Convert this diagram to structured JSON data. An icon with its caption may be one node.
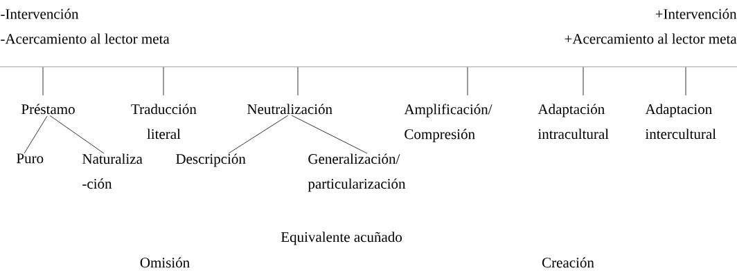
{
  "diagram": {
    "nodes": [
      {
        "text": [],
        "shape": "bar"
      },
      {
        "text": [
          "Préstamo"
        ]
      },
      {
        "text": [
          "Traducción literal"
        ]
      },
      {
        "text": [
          "Neutralización"
        ]
      },
      {
        "text": [
          "Amplificación/ Compresión"
        ]
      },
      {
        "text": [
          "Adaptación intracultural"
        ]
      },
      {
        "text": [
          "Adaptacion intercultural"
        ]
      },
      {
        "text": [
          "Puro"
        ]
      },
      {
        "text": [
          "Naturaliza -ción"
        ]
      },
      {
        "text": [
          "Descripción"
        ]
      },
      {
        "text": [
          "Generalización/ particularización"
        ]
      }
    ],
    "edges": [
      {
        "from": 0,
        "to": 1,
        "arrow": "none"
      },
      {
        "from": 0,
        "to": 2,
        "arrow": "none"
      },
      {
        "from": 0,
        "to": 3,
        "arrow": "none"
      },
      {
        "from": 0,
        "to": 4,
        "arrow": "none"
      },
      {
        "from": 0,
        "to": 5,
        "arrow": "none"
      },
      {
        "from": 0,
        "to": 6,
        "arrow": "none"
      },
      {
        "from": 1,
        "to": 7,
        "arrow": "none"
      },
      {
        "from": 1,
        "to": 8,
        "arrow": "none"
      },
      {
        "from": 3,
        "to": 9,
        "arrow": "none"
      },
      {
        "from": 3,
        "to": 10,
        "arrow": "none"
      }
    ],
    "labels": [
      "-Intervención",
      "+Intervención",
      "-Acercamiento al lector meta",
      "+Acercamiento al lector meta",
      "Equivalente acuñado",
      "Omisión",
      "Creación"
    ]
  }
}
